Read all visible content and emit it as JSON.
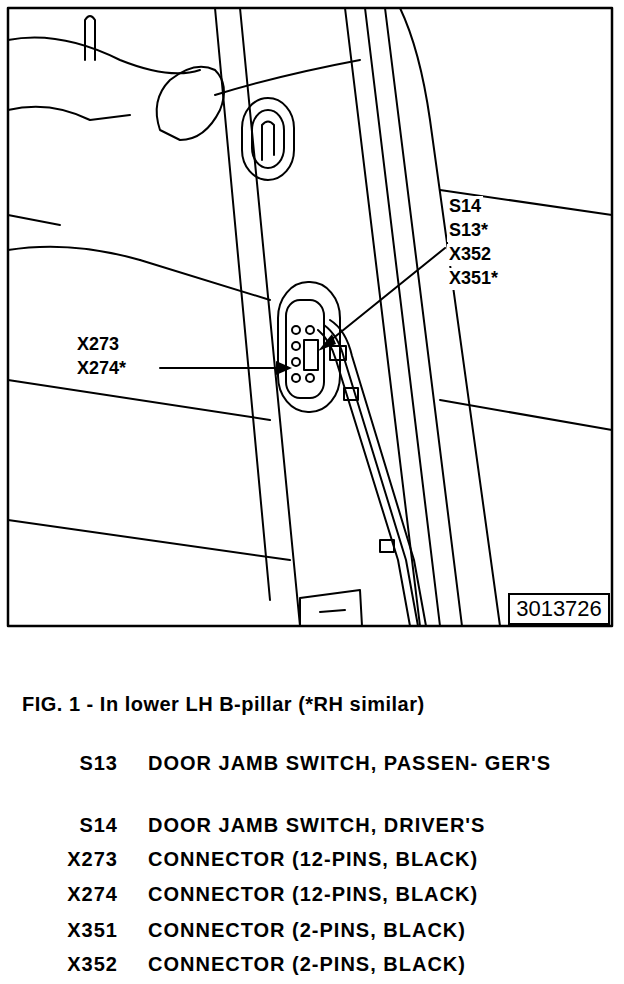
{
  "diagram": {
    "caption": "FIG. 1 - In lower LH B-pillar (*RH similar)",
    "nodes": [
      {
        "text": [
          "3013726"
        ]
      }
    ],
    "labels": [
      "S14",
      "S13*",
      "X352",
      "X351*",
      "X273",
      "X274*",
      "S13",
      "DOOR JAMB SWITCH, PASSEN- GER'S",
      "S14",
      "DOOR JAMB SWITCH, DRIVER'S",
      "X273",
      "CONNECTOR (12-PINS, BLACK)",
      "X274",
      "CONNECTOR (12-PINS, BLACK)",
      "X351",
      "CONNECTOR (2-PINS, BLACK)",
      "X352",
      "CONNECTOR (2-PINS, BLACK)"
    ]
  }
}
